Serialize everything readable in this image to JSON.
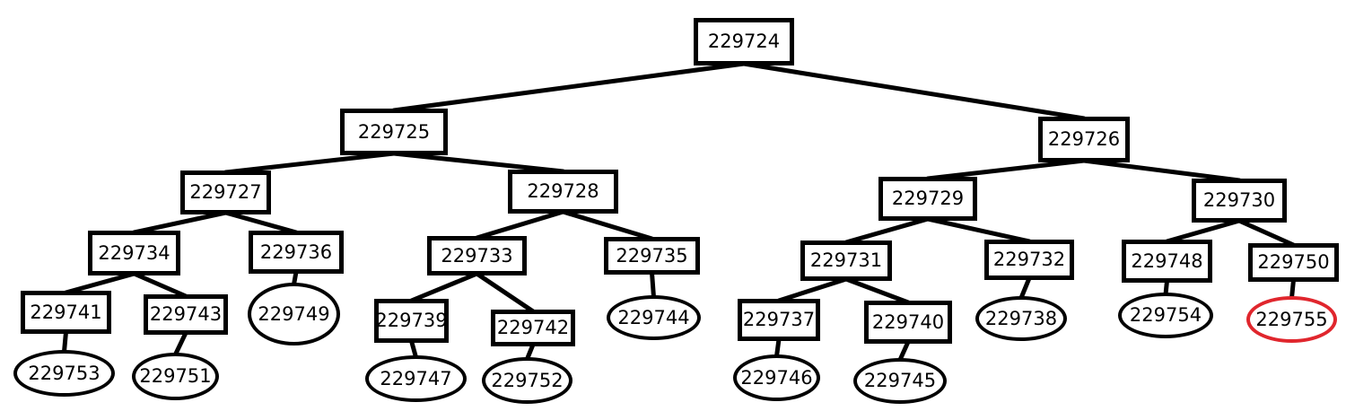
{
  "colors": {
    "line": "#000000",
    "highlight": "#e0262d",
    "background": "#ffffff"
  },
  "nodes": [
    {
      "id": "229724",
      "shape": "rect"
    },
    {
      "id": "229725",
      "shape": "rect"
    },
    {
      "id": "229726",
      "shape": "rect"
    },
    {
      "id": "229727",
      "shape": "rect"
    },
    {
      "id": "229728",
      "shape": "rect"
    },
    {
      "id": "229729",
      "shape": "rect"
    },
    {
      "id": "229730",
      "shape": "rect"
    },
    {
      "id": "229734",
      "shape": "rect"
    },
    {
      "id": "229736",
      "shape": "rect"
    },
    {
      "id": "229733",
      "shape": "rect"
    },
    {
      "id": "229735",
      "shape": "rect"
    },
    {
      "id": "229731",
      "shape": "rect"
    },
    {
      "id": "229732",
      "shape": "rect"
    },
    {
      "id": "229748",
      "shape": "rect"
    },
    {
      "id": "229750",
      "shape": "rect"
    },
    {
      "id": "229741",
      "shape": "rect"
    },
    {
      "id": "229743",
      "shape": "rect"
    },
    {
      "id": "229749",
      "shape": "ellipse"
    },
    {
      "id": "229739",
      "shape": "rect"
    },
    {
      "id": "229742",
      "shape": "rect"
    },
    {
      "id": "229744",
      "shape": "ellipse"
    },
    {
      "id": "229737",
      "shape": "rect"
    },
    {
      "id": "229740",
      "shape": "rect"
    },
    {
      "id": "229738",
      "shape": "ellipse"
    },
    {
      "id": "229754",
      "shape": "ellipse"
    },
    {
      "id": "229755",
      "shape": "ellipse",
      "highlight": true
    },
    {
      "id": "229753",
      "shape": "ellipse"
    },
    {
      "id": "229751",
      "shape": "ellipse"
    },
    {
      "id": "229747",
      "shape": "ellipse"
    },
    {
      "id": "229752",
      "shape": "ellipse"
    },
    {
      "id": "229746",
      "shape": "ellipse"
    },
    {
      "id": "229745",
      "shape": "ellipse"
    }
  ],
  "edges": [
    [
      "229724",
      "229725"
    ],
    [
      "229724",
      "229726"
    ],
    [
      "229725",
      "229727"
    ],
    [
      "229725",
      "229728"
    ],
    [
      "229726",
      "229729"
    ],
    [
      "229726",
      "229730"
    ],
    [
      "229727",
      "229734"
    ],
    [
      "229727",
      "229736"
    ],
    [
      "229728",
      "229733"
    ],
    [
      "229728",
      "229735"
    ],
    [
      "229729",
      "229731"
    ],
    [
      "229729",
      "229732"
    ],
    [
      "229730",
      "229748"
    ],
    [
      "229730",
      "229750"
    ],
    [
      "229734",
      "229741"
    ],
    [
      "229734",
      "229743"
    ],
    [
      "229736",
      "229749"
    ],
    [
      "229733",
      "229739"
    ],
    [
      "229733",
      "229742"
    ],
    [
      "229735",
      "229744"
    ],
    [
      "229731",
      "229737"
    ],
    [
      "229731",
      "229740"
    ],
    [
      "229732",
      "229738"
    ],
    [
      "229748",
      "229754"
    ],
    [
      "229750",
      "229755"
    ],
    [
      "229741",
      "229753"
    ],
    [
      "229743",
      "229751"
    ],
    [
      "229739",
      "229747"
    ],
    [
      "229742",
      "229752"
    ],
    [
      "229737",
      "229746"
    ],
    [
      "229740",
      "229745"
    ]
  ]
}
